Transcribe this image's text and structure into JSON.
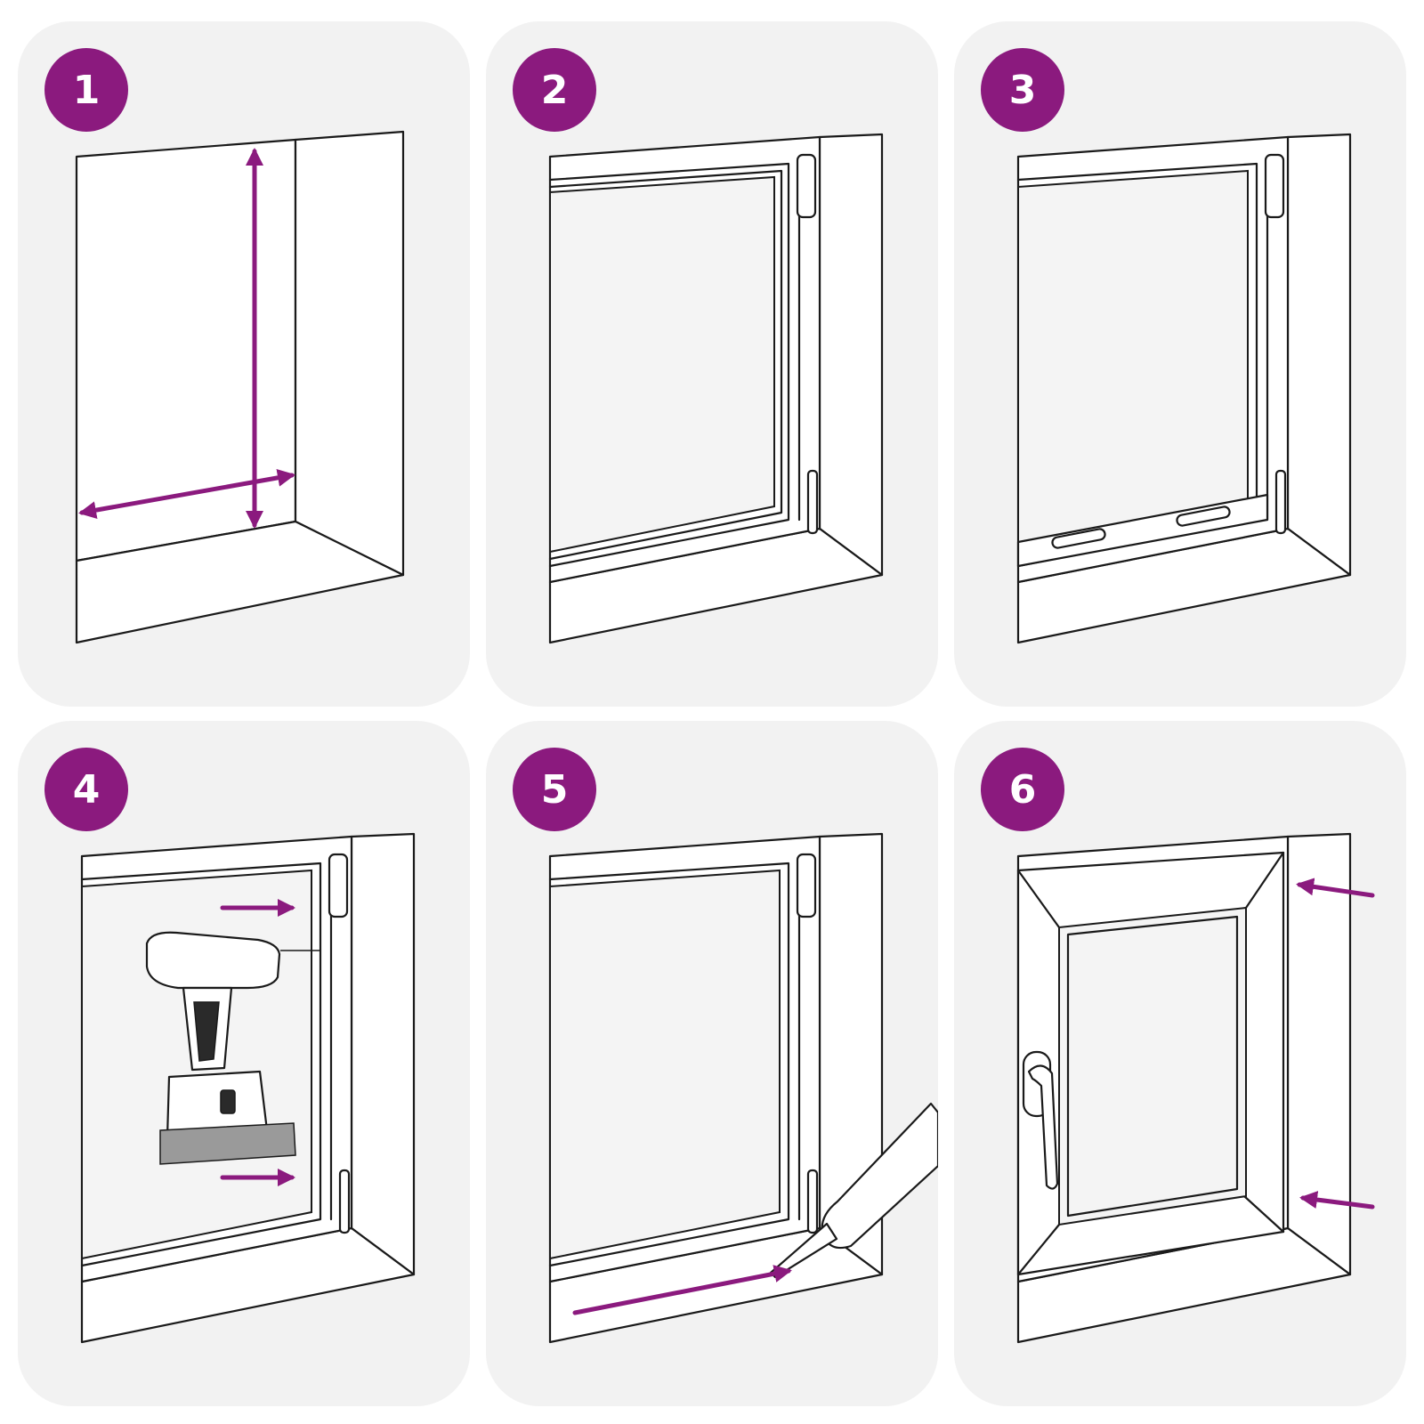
{
  "colors": {
    "card_bg": "#f2f2f2",
    "accent": "#8b1a7e",
    "badge_text": "#ffffff",
    "line": "#1a1a1a"
  },
  "steps": [
    {
      "number": "1"
    },
    {
      "number": "2"
    },
    {
      "number": "3"
    },
    {
      "number": "4"
    },
    {
      "number": "5"
    },
    {
      "number": "6"
    }
  ]
}
